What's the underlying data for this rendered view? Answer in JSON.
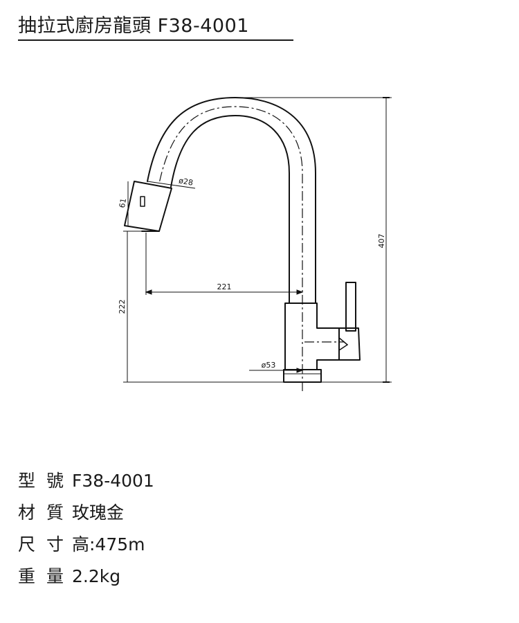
{
  "title": "抽拉式廚房龍頭 F38-4001",
  "drawing": {
    "dimensions": {
      "height_total": "407",
      "outlet_height": "222",
      "reach": "221",
      "spray_dia": "ø28",
      "spray_len": "61",
      "base_dia": "ø53"
    }
  },
  "specs": [
    {
      "label": "型 號",
      "value": "F38-4001"
    },
    {
      "label": "材 質",
      "value": "玫瑰金"
    },
    {
      "label": "尺 寸",
      "value": "高:475m"
    },
    {
      "label": "重 量",
      "value": "2.2kg"
    }
  ]
}
